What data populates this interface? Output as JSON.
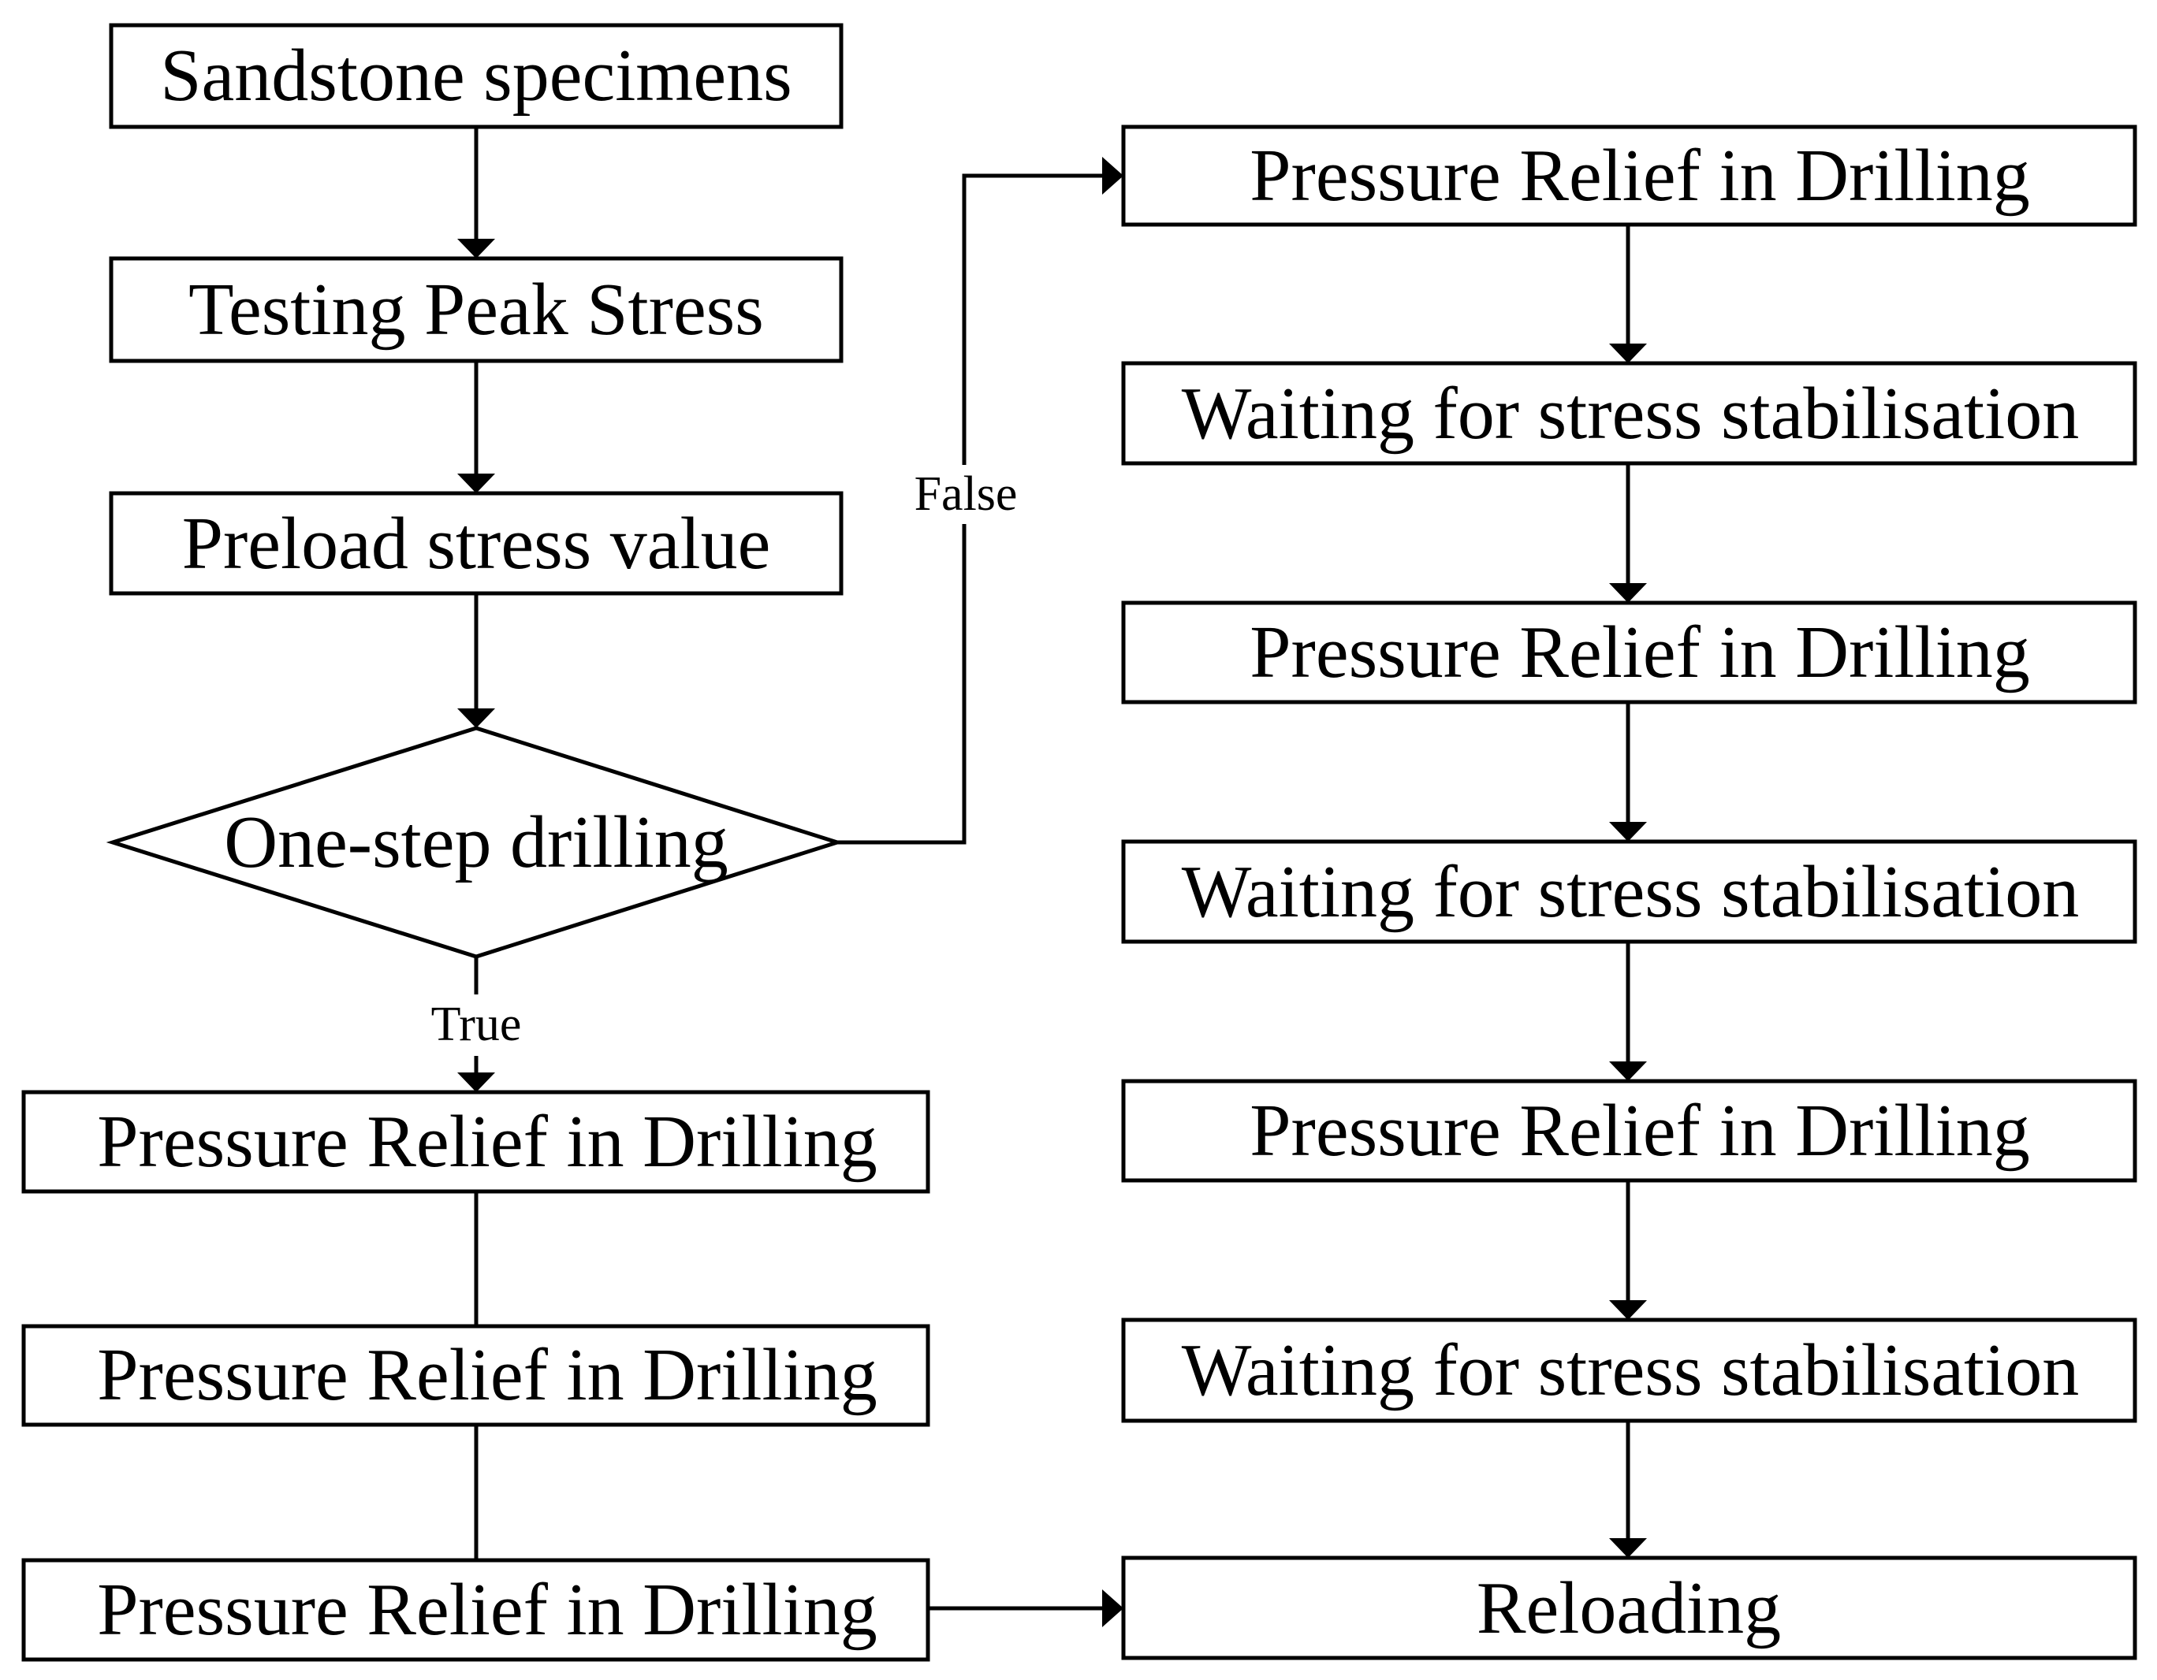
{
  "diagram": {
    "colors": {
      "stroke": "#000000",
      "fill": "#ffffff",
      "text": "#000000"
    },
    "nodes": {
      "sandstone_specimens": "Sandstone specimens",
      "testing_peak_stress": "Testing Peak Stress",
      "preload_stress_value": "Preload stress value",
      "one_step_drilling": "One-step drilling",
      "left_relief_1": "Pressure Relief in Drilling",
      "left_relief_2": "Pressure Relief in Drilling",
      "left_relief_3": "Pressure Relief in Drilling",
      "right_relief_1": "Pressure Relief in Drilling",
      "right_wait_1": "Waiting for stress stabilisation",
      "right_relief_2": "Pressure Relief in Drilling",
      "right_wait_2": "Waiting for stress stabilisation",
      "right_relief_3": "Pressure Relief in Drilling",
      "right_wait_3": "Waiting for stress stabilisation",
      "reloading": "Reloading"
    },
    "edge_labels": {
      "false": "False",
      "true": "True"
    }
  }
}
